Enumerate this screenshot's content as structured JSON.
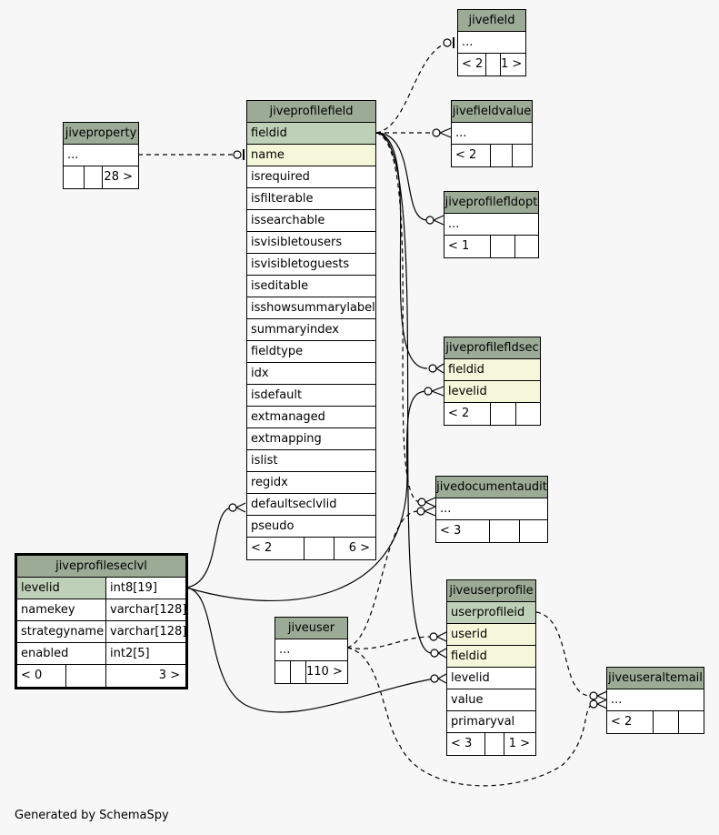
{
  "footer": "Generated by SchemaSpy",
  "tables": {
    "jivefield": {
      "name": "jivefield",
      "columns": [
        "..."
      ],
      "stats": [
        "< 2",
        "",
        "1 >"
      ]
    },
    "jivefieldvalue": {
      "name": "jivefieldvalue",
      "columns": [
        "..."
      ],
      "stats": [
        "< 2",
        "",
        ""
      ]
    },
    "jiveprofilefldopt": {
      "name": "jiveprofilefldopt",
      "columns": [
        "..."
      ],
      "stats": [
        "< 1",
        "",
        ""
      ]
    },
    "jiveprofilefldsec": {
      "name": "jiveprofilefldsec",
      "columns": [
        "fieldid",
        "levelid"
      ],
      "stats": [
        "< 2",
        "",
        ""
      ]
    },
    "jivedocumentaudit": {
      "name": "jivedocumentaudit",
      "columns": [
        "..."
      ],
      "stats": [
        "< 3",
        "",
        ""
      ]
    },
    "jiveproperty": {
      "name": "jiveproperty",
      "columns": [
        "..."
      ],
      "stats": [
        "",
        "",
        "28 >"
      ]
    },
    "jiveprofilefield": {
      "name": "jiveprofilefield",
      "columns": [
        "fieldid",
        "name",
        "isrequired",
        "isfilterable",
        "issearchable",
        "isvisibletousers",
        "isvisibletoguests",
        "iseditable",
        "isshowsummarylabel",
        "summaryindex",
        "fieldtype",
        "idx",
        "isdefault",
        "extmanaged",
        "extmapping",
        "islist",
        "regidx",
        "defaultseclvlid",
        "pseudo"
      ],
      "stats": [
        "< 2",
        "",
        "6 >"
      ]
    },
    "jiveprofileseclvl": {
      "name": "jiveprofileseclvl",
      "columns": [
        {
          "name": "levelid",
          "type": "int8[19]"
        },
        {
          "name": "namekey",
          "type": "varchar[128]"
        },
        {
          "name": "strategyname",
          "type": "varchar[128]"
        },
        {
          "name": "enabled",
          "type": "int2[5]"
        }
      ],
      "stats": [
        "< 0",
        "",
        "3 >"
      ]
    },
    "jiveuser": {
      "name": "jiveuser",
      "columns": [
        "..."
      ],
      "stats": [
        "",
        "",
        "110 >"
      ]
    },
    "jiveuserprofile": {
      "name": "jiveuserprofile",
      "columns": [
        "userprofileid",
        "userid",
        "fieldid",
        "levelid",
        "value",
        "primaryval"
      ],
      "stats": [
        "< 3",
        "",
        "1 >"
      ]
    },
    "jiveuseraltemail": {
      "name": "jiveuseraltemail",
      "columns": [
        "..."
      ],
      "stats": [
        "< 2",
        "",
        ""
      ]
    }
  },
  "colors": {
    "header": "#9bab96",
    "primary_key": "#bed1b8",
    "foreign_key": "#f4f7da",
    "background": "#f7f7f7"
  }
}
